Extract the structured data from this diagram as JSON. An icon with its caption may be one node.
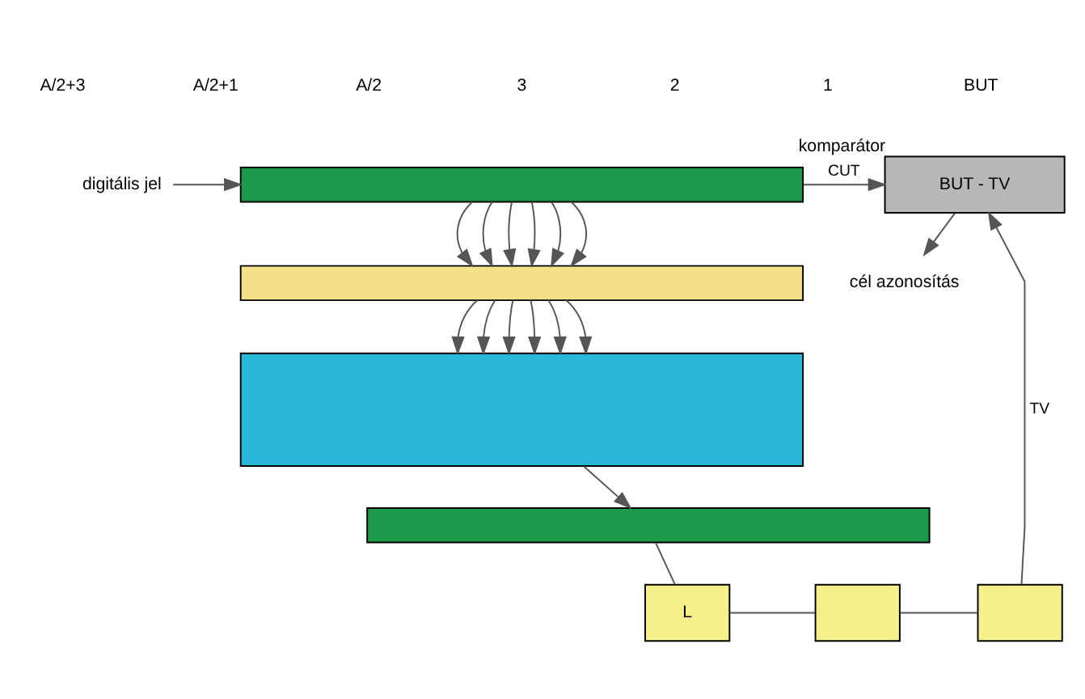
{
  "diagram": {
    "nodes": [
      {
        "text": [
          "digitális jel"
        ]
      },
      {
        "text": [],
        "shape": "bar"
      },
      {
        "text": [],
        "shape": "bar"
      },
      {
        "text": [],
        "shape": "box"
      },
      {
        "text": [],
        "shape": "bar"
      },
      {
        "text": [
          "L"
        ]
      },
      {
        "text": [],
        "shape": "box"
      },
      {
        "text": [],
        "shape": "box"
      },
      {
        "text": [
          "BUT - TV"
        ],
        "beside": [
          "komparátor"
        ]
      },
      {
        "text": [
          "cél azonosítás"
        ]
      }
    ],
    "edges": [
      {
        "from": 0,
        "to": 1,
        "arrow": "to"
      },
      {
        "from": 1,
        "to": 2,
        "arrow": "to"
      },
      {
        "from": 1,
        "to": 2,
        "arrow": "to"
      },
      {
        "from": 1,
        "to": 2,
        "arrow": "to"
      },
      {
        "from": 1,
        "to": 2,
        "arrow": "to"
      },
      {
        "from": 1,
        "to": 2,
        "arrow": "to"
      },
      {
        "from": 1,
        "to": 2,
        "arrow": "to"
      },
      {
        "from": 2,
        "to": 3,
        "arrow": "to"
      },
      {
        "from": 2,
        "to": 3,
        "arrow": "to"
      },
      {
        "from": 2,
        "to": 3,
        "arrow": "to"
      },
      {
        "from": 2,
        "to": 3,
        "arrow": "to"
      },
      {
        "from": 2,
        "to": 3,
        "arrow": "to"
      },
      {
        "from": 2,
        "to": 3,
        "arrow": "to"
      },
      {
        "from": 3,
        "to": 4,
        "arrow": "to"
      },
      {
        "from": 4,
        "to": 5,
        "arrow": "none"
      },
      {
        "from": 5,
        "to": 6,
        "arrow": "none"
      },
      {
        "from": 6,
        "to": 7,
        "arrow": "none"
      },
      {
        "from": 7,
        "to": 8,
        "arrow": "to",
        "label": "TV"
      },
      {
        "from": 1,
        "to": 8,
        "arrow": "to",
        "label": "CUT"
      },
      {
        "from": 8,
        "to": 9,
        "arrow": "to"
      }
    ],
    "labels": [
      "A/2+3",
      "A/2+1",
      "A/2",
      "3",
      "2",
      "1",
      "BUT"
    ]
  }
}
